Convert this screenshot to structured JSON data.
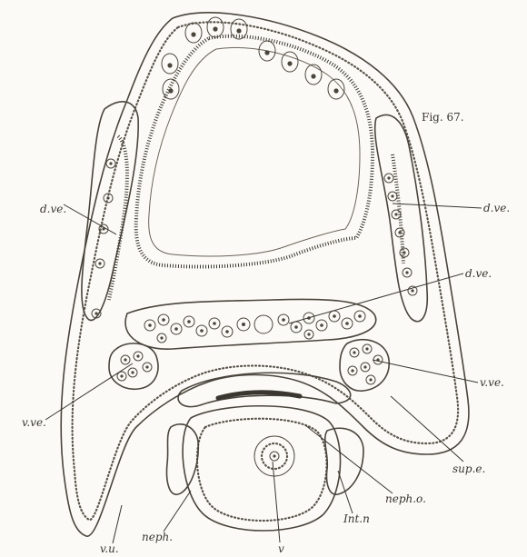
{
  "figure": {
    "caption": "Fig. 67.",
    "labels": {
      "dve_left": "d.ve.",
      "dve_right": "d.ve.",
      "dve_center": "d.ve.",
      "vve_left": "v.ve.",
      "vve_right": "v.ve.",
      "supe": "sup.e.",
      "nepho": "neph.o.",
      "neph": "neph.",
      "vu": "v.u.",
      "lnt": "Int.n",
      "v": "v"
    }
  }
}
